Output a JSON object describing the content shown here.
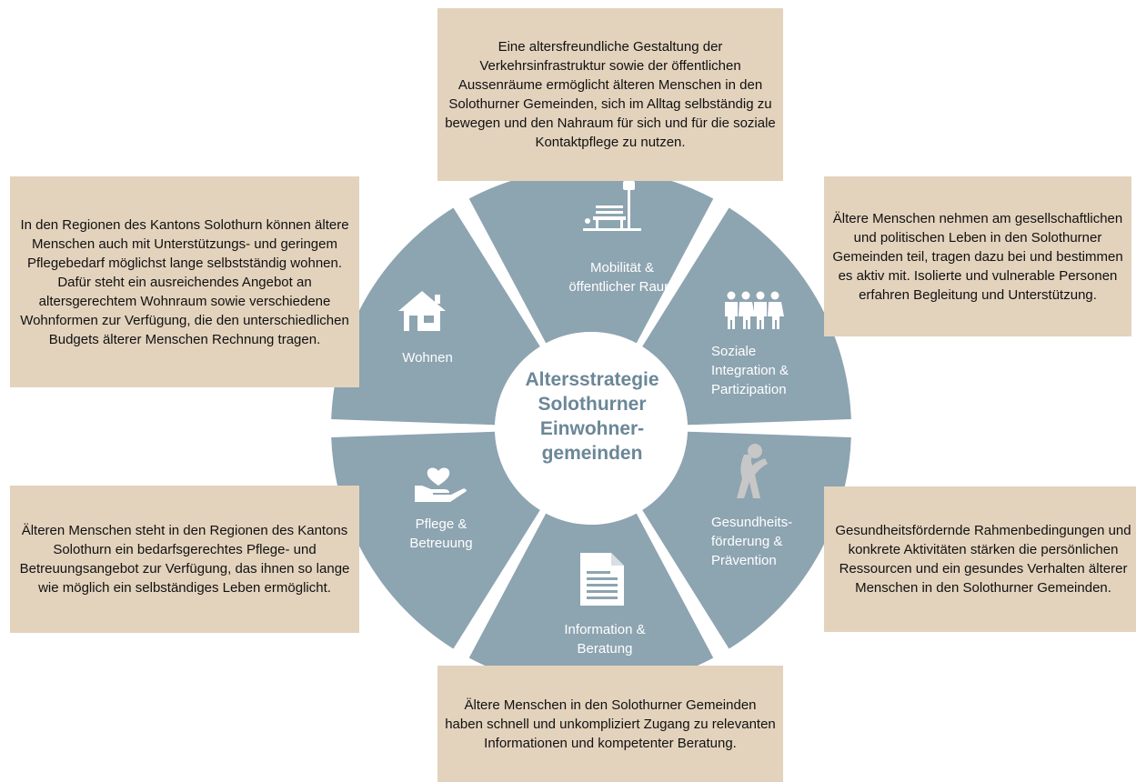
{
  "center": {
    "title_lines": [
      "Altersstrategie",
      "Solothurner",
      "Einwohner-",
      "gemeinden"
    ]
  },
  "segments": {
    "mobilitaet": {
      "label_lines": [
        "Mobilität &",
        "öffentlicher Raum"
      ],
      "icon": "bench-lamp-icon"
    },
    "soziale": {
      "label_lines": [
        "Soziale",
        "Integration &",
        "Partizipation"
      ],
      "icon": "people-group-icon"
    },
    "gesundheit": {
      "label_lines": [
        "Gesundheits-",
        "förderung &",
        "Prävention"
      ],
      "icon": "stretching-person-icon"
    },
    "information": {
      "label_lines": [
        "Information &",
        "Beratung"
      ],
      "icon": "document-icon"
    },
    "pflege": {
      "label_lines": [
        "Pflege &",
        "Betreuung"
      ],
      "icon": "heart-hand-icon"
    },
    "wohnen": {
      "label_lines": [
        "Wohnen"
      ],
      "icon": "house-icon"
    }
  },
  "boxes": {
    "top": "Eine altersfreundliche Gestaltung der Verkehrsinfrastruktur sowie der öffentlichen Aussenräume ermöglicht älteren Menschen in den Solothurner Gemeinden, sich im Alltag selbständig zu bewegen und den Nahraum für sich und für die soziale Kontaktpflege zu nutzen.",
    "upper_right": "Ältere Menschen nehmen am gesellschaftlichen und politischen Leben in den Solothurner Gemeinden teil, tragen dazu bei und bestimmen es aktiv mit. Isolierte und vulnerable Personen erfahren Begleitung und Unterstützung.",
    "lower_right": "Gesundheitsfördernde Rahmenbedingungen und konkrete Aktivitäten stärken die persönlichen Ressourcen und ein gesundes Verhalten älterer Menschen in den Solothurner Gemeinden.",
    "bottom": "Ältere Menschen in den Solothurner Gemeinden haben schnell und unkompliziert Zugang zu relevanten Informationen und kompetenter Beratung.",
    "lower_left": "Älteren Menschen steht in den Regionen des Kantons Solothurn ein bedarfsgerechtes Pflege- und Betreuungsangebot zur Verfügung, das ihnen so lange wie möglich ein selbständiges Leben ermöglicht.",
    "upper_left": "In den Regionen des Kantons Solothurn können ältere Menschen auch mit Unterstützungs- und geringem Pflegebedarf möglichst lange selbstständig wohnen. Dafür steht ein ausreichendes Angebot an altersgerechtem Wohnraum sowie verschiedene Wohnformen zur Verfügung, die den unterschiedlichen Budgets älterer Menschen Rechnung tragen."
  },
  "colors": {
    "segment": "#8da4b1",
    "box": "#e3d3bd",
    "center_text": "#6b8798"
  }
}
